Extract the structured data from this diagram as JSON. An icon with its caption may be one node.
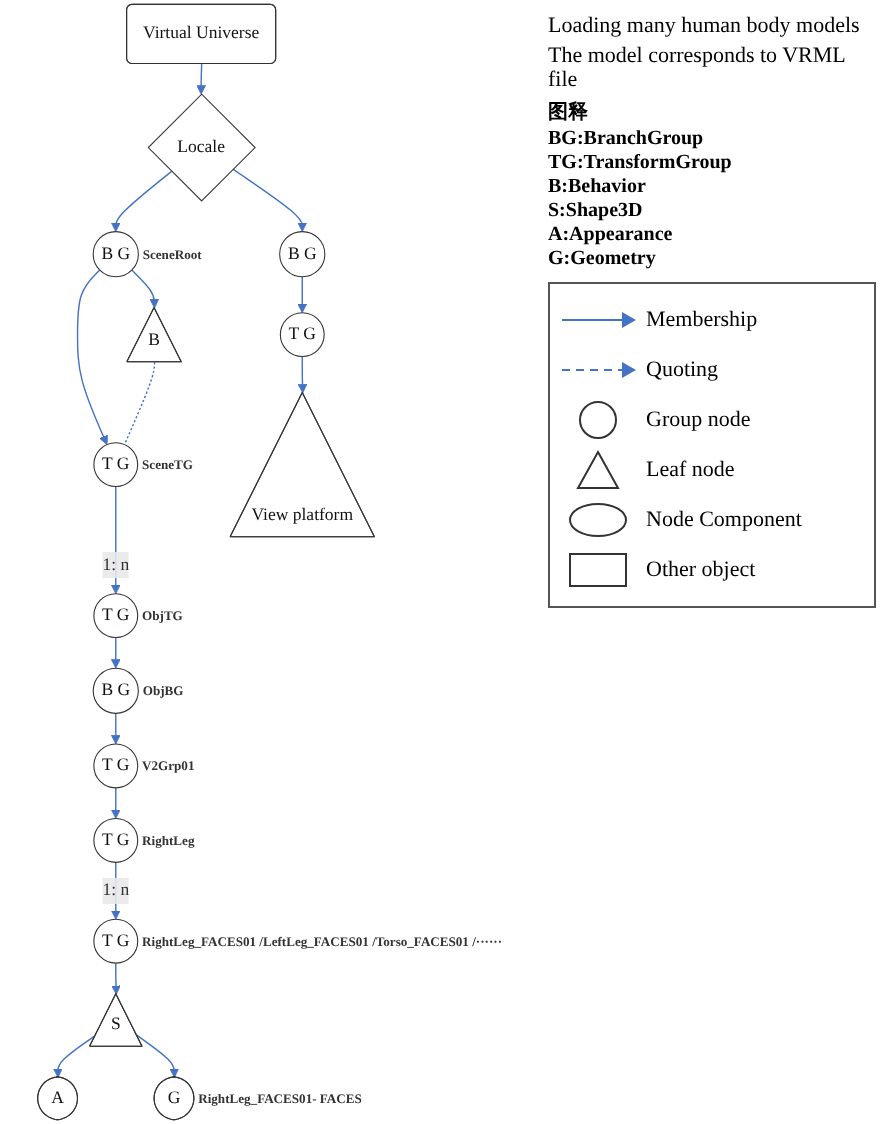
{
  "diagram": {
    "nodes": [
      {
        "text": [
          "Virtual Universe"
        ]
      },
      {
        "text": [
          "Locale"
        ]
      },
      {
        "text": [
          "B G"
        ],
        "beside": [
          "SceneRoot"
        ]
      },
      {
        "text": [
          "B"
        ]
      },
      {
        "text": [
          "T G"
        ],
        "beside": [
          "SceneTG"
        ]
      },
      {
        "text": [
          "T G"
        ],
        "beside": [
          "ObjTG"
        ]
      },
      {
        "text": [
          "B G"
        ],
        "beside": [
          "ObjBG"
        ]
      },
      {
        "text": [
          "T G"
        ],
        "beside": [
          "V2Grp01"
        ]
      },
      {
        "text": [
          "T G"
        ],
        "beside": [
          "RightLeg"
        ]
      },
      {
        "text": [
          "T G"
        ],
        "beside": [
          "RightLeg_FACES01 /LeftLeg_FACES01 /Torso_FACES01 /······"
        ]
      },
      {
        "text": [
          "S"
        ]
      },
      {
        "text": [
          "A"
        ]
      },
      {
        "text": [
          "G"
        ],
        "beside": [
          "RightLeg_FACES01- FACES"
        ]
      },
      {
        "text": [
          "B G"
        ]
      },
      {
        "text": [
          "T G"
        ]
      },
      {
        "text": [
          "View platform"
        ]
      }
    ],
    "edges": [
      {
        "from": 0,
        "to": 1,
        "arrow": "to"
      },
      {
        "from": 1,
        "to": 2,
        "arrow": "to"
      },
      {
        "from": 1,
        "to": 13,
        "arrow": "to"
      },
      {
        "from": 2,
        "to": 3,
        "arrow": "to"
      },
      {
        "from": 2,
        "to": 4,
        "arrow": "to"
      },
      {
        "from": 3,
        "to": 4,
        "arrow": "none",
        "style": "dashed"
      },
      {
        "from": 4,
        "to": 5,
        "arrow": "to",
        "label": "1: n"
      },
      {
        "from": 5,
        "to": 6,
        "arrow": "to"
      },
      {
        "from": 6,
        "to": 7,
        "arrow": "to"
      },
      {
        "from": 7,
        "to": 8,
        "arrow": "to"
      },
      {
        "from": 8,
        "to": 9,
        "arrow": "to",
        "label": "1: n"
      },
      {
        "from": 9,
        "to": 10,
        "arrow": "to"
      },
      {
        "from": 10,
        "to": 11,
        "arrow": "to"
      },
      {
        "from": 10,
        "to": 12,
        "arrow": "to"
      },
      {
        "from": 13,
        "to": 14,
        "arrow": "to"
      },
      {
        "from": 14,
        "to": 15,
        "arrow": "to"
      }
    ],
    "labels": [
      "Loading many human body models",
      "The model corresponds to VRML file",
      "图释",
      "BG:BranchGroup",
      "TG:TransformGroup",
      "B:Behavior",
      "S:Shape3D",
      "A:Appearance",
      "G:Geometry"
    ],
    "legend": [
      {
        "text": "Membership"
      },
      {
        "text": "Quoting"
      },
      {
        "text": "Group node"
      },
      {
        "text": "Leaf node"
      },
      {
        "text": "Node Component"
      },
      {
        "text": "Other object"
      }
    ]
  }
}
